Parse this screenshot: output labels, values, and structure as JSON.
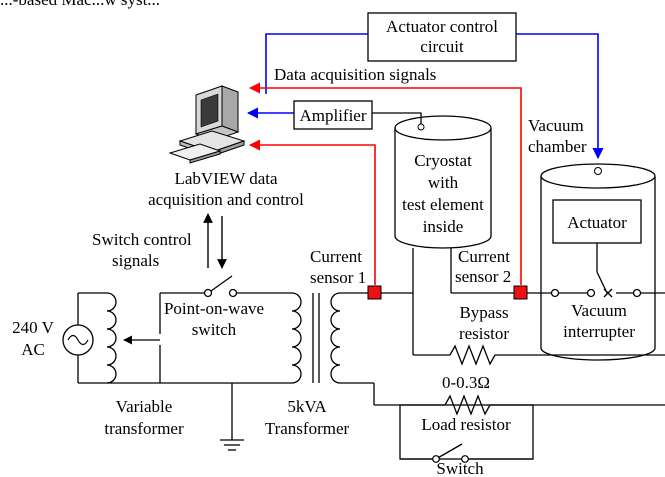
{
  "header_fragment": "...-based Mac...w syst...",
  "blocks": {
    "actuator_control": [
      "Actuator control",
      "circuit"
    ],
    "amplifier": "Amplifier",
    "cryostat": [
      "Cryostat",
      "with",
      "test element",
      "inside"
    ],
    "actuator": "Actuator",
    "vacuum_interrupter": [
      "Vacuum",
      "interrupter"
    ],
    "load_resistor": "Load resistor"
  },
  "labels": {
    "data_acq_signals": "Data acquisition signals",
    "vacuum_chamber": [
      "Vacuum",
      "chamber"
    ],
    "labview": [
      "LabVIEW data",
      "acquisition and control"
    ],
    "switch_control": [
      "Switch control",
      "signals"
    ],
    "current_sensor_1": [
      "Current",
      "sensor 1"
    ],
    "current_sensor_2": [
      "Current",
      "sensor 2"
    ],
    "point_on_wave": [
      "Point-on-wave",
      "switch"
    ],
    "source": [
      "240 V",
      "AC"
    ],
    "bypass_resistor": [
      "Bypass",
      "resistor"
    ],
    "load_value": "0-0.3Ω",
    "variable_transformer": [
      "Variable",
      "transformer"
    ],
    "transformer_5kva": [
      "5kVA",
      "Transformer"
    ],
    "switch": "Switch"
  },
  "colors": {
    "blue_signal": "#0000ff",
    "red_signal": "#ff0000",
    "sensor_fill": "#ee1111"
  }
}
